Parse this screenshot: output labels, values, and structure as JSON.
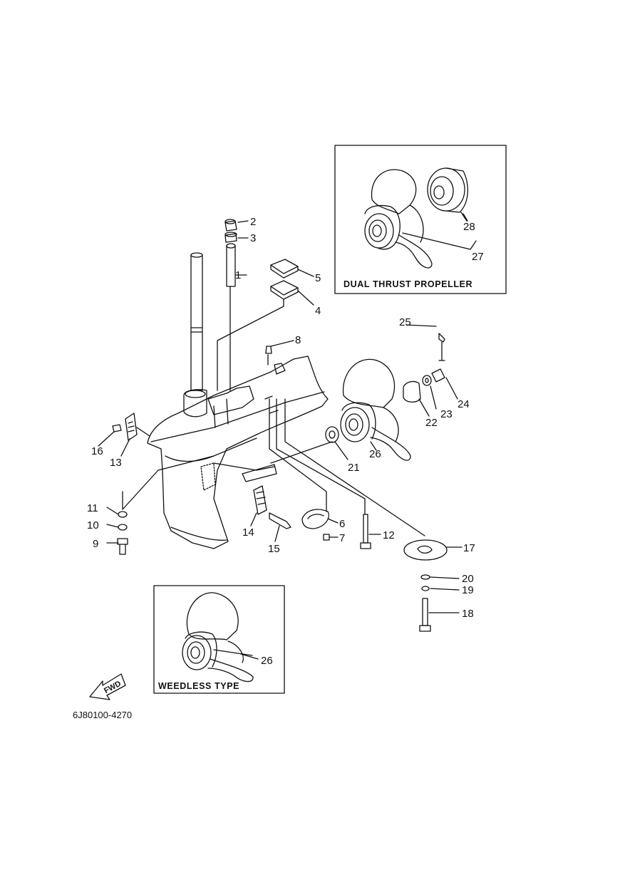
{
  "diagram": {
    "part_numbers": [
      "1",
      "2",
      "3",
      "4",
      "5",
      "6",
      "7",
      "8",
      "9",
      "10",
      "11",
      "12",
      "13",
      "14",
      "15",
      "16",
      "17",
      "18",
      "19",
      "20",
      "21",
      "22",
      "23",
      "24",
      "25",
      "26",
      "26",
      "27",
      "28"
    ],
    "inset_dual": {
      "title": "DUAL THRUST PROPELLER"
    },
    "inset_weedless": {
      "title": "WEEDLESS TYPE"
    },
    "fwd_label": "FWD",
    "diagram_code": "6J80100-4270"
  }
}
